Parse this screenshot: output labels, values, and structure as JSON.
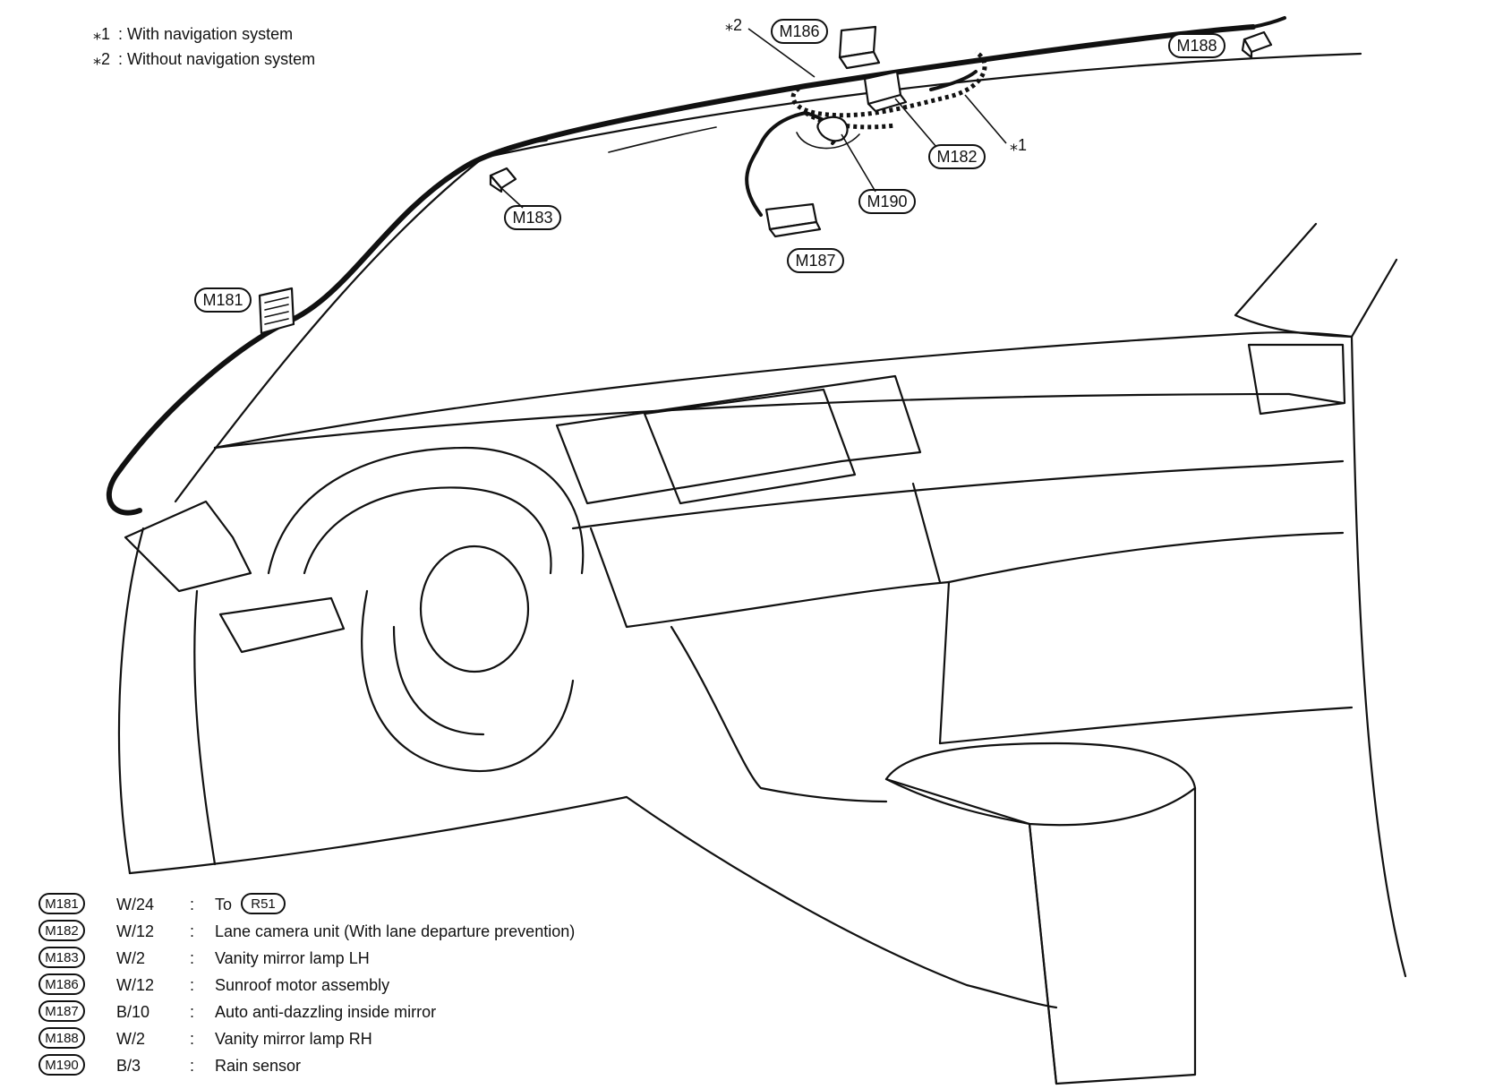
{
  "notes": [
    {
      "mark": "⁎1",
      "text": ": With navigation system"
    },
    {
      "mark": "⁎2",
      "text": ": Without navigation system"
    }
  ],
  "callouts": {
    "m186": "M186",
    "m188": "M188",
    "m182": "M182",
    "m183": "M183",
    "m190": "M190",
    "m187": "M187",
    "m181": "M181"
  },
  "marks": {
    "star1": "⁎1",
    "star2": "⁎2"
  },
  "legend": [
    {
      "code": "M181",
      "wire": "W/24",
      "colon": ":",
      "desc": "To",
      "ref": "R51"
    },
    {
      "code": "M182",
      "wire": "W/12",
      "colon": ":",
      "desc": "Lane camera unit (With lane departure prevention)"
    },
    {
      "code": "M183",
      "wire": "W/2",
      "colon": ":",
      "desc": "Vanity mirror lamp LH"
    },
    {
      "code": "M186",
      "wire": "W/12",
      "colon": ":",
      "desc": "Sunroof motor assembly"
    },
    {
      "code": "M187",
      "wire": "B/10",
      "colon": ":",
      "desc": "Auto anti-dazzling inside mirror"
    },
    {
      "code": "M188",
      "wire": "W/2",
      "colon": ":",
      "desc": "Vanity mirror lamp RH"
    },
    {
      "code": "M190",
      "wire": "B/3",
      "colon": ":",
      "desc": "Rain  sensor"
    }
  ]
}
